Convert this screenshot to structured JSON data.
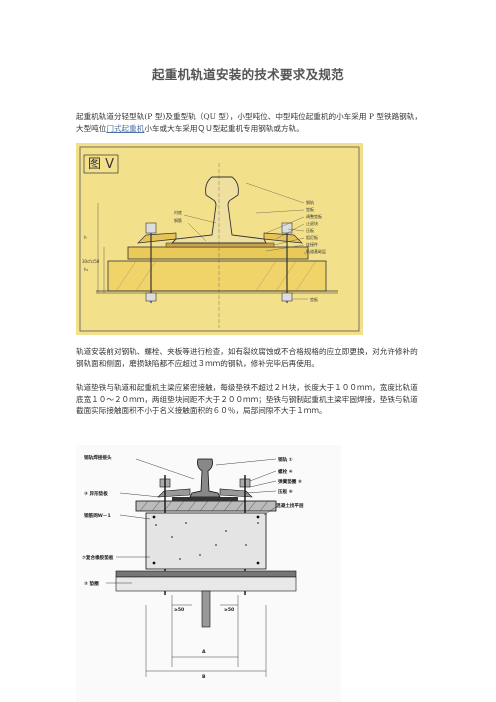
{
  "doc": {
    "title": "起重机轨道安装的技术要求及规范",
    "para1_before": "起重机轨道分轻型轨(P 型)及重型轨（QU 型），小型吨位、中型吨位起重机的小车采用 P 型铁路钢轨，大型吨位",
    "para1_link": "门式起重机",
    "para1_after": "小车或大车采用ＱＵ型起重机专用钢轨或方轨。",
    "para2": "轨道安装前对钢轨、螺栓、夹板等进行检查，如有裂纹腐蚀或不合格规格的应立即更换，对允许修补的钢轨面和侧面，磨损缺陷都不应超过３ｍｍ的钢轨，修补完毕后再使用。",
    "para3": "轨道垫铁与轨道和起重机主梁应紧密接触，每级垫铁不超过２Ｈ块，长度大于１００ｍｍ，宽度比轨道底宽１０～２０ｍｍ，两组垫块间距不大于２００ｍｍ；垫铁与钢制起重机主梁牢固焊接，垫铁与轨道截面实际接触面积不小于名义接触面积的６０％，局部间隙不大于１ｍｍ。"
  },
  "figure1": {
    "tag": "图 V",
    "labels": [
      "钢轨",
      "垫板",
      "调整垫板",
      "止退块",
      "压板",
      "阻尼板",
      "连接件",
      "轨道基础层",
      "衬底",
      "钢筋"
    ],
    "dims": [
      "30cfc/50",
      "h₁",
      "h"
    ],
    "bottom_label": "垫板"
  },
  "figure2": {
    "callouts_left": [
      "钢轨焊接接头",
      "③ 异形垫板",
      "钢筋网W－1",
      "⑦复合橡胶垫板",
      "② 垫圈"
    ],
    "callouts_right": [
      "钢轨 ①",
      "螺栓 ④",
      "弹簧垫圈 ⑤",
      "压板 ⑥",
      "混凝土找平层"
    ],
    "dims_small": [
      "≥50",
      "≥50"
    ],
    "dims_large": [
      "A",
      "B"
    ]
  }
}
